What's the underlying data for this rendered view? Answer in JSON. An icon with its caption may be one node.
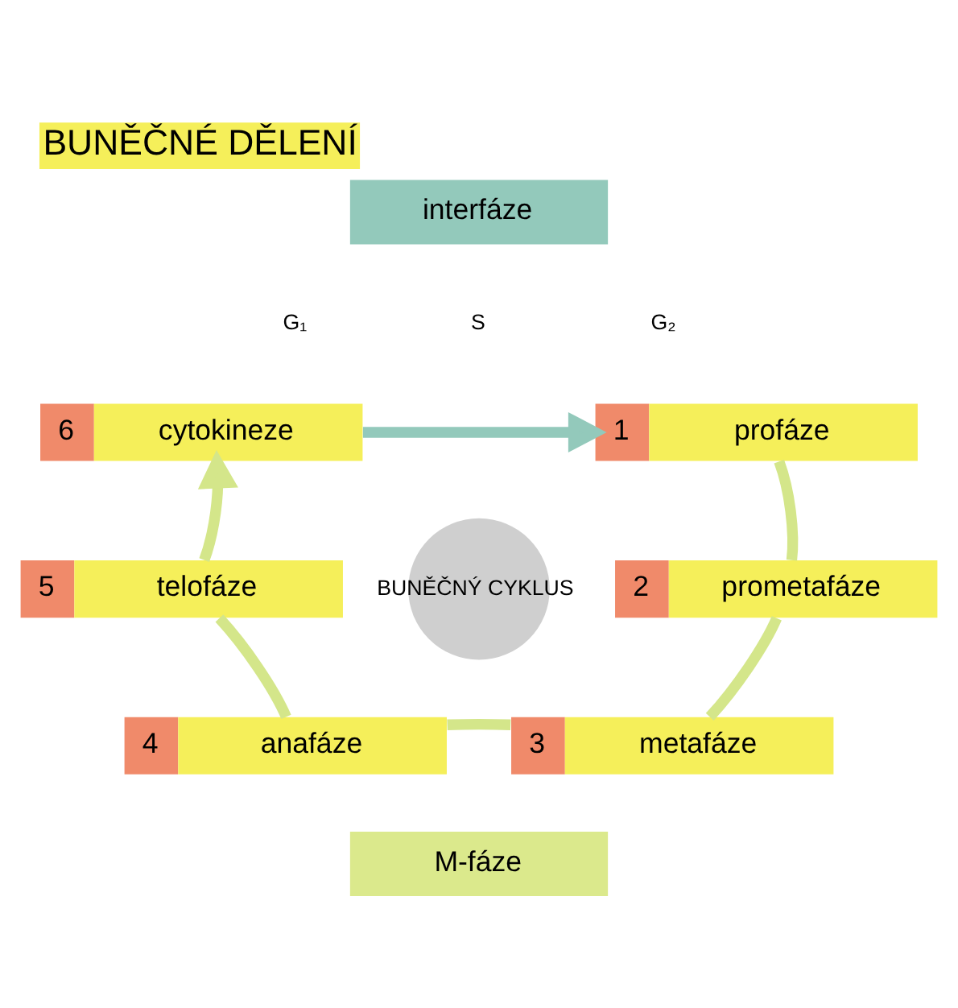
{
  "diagram": {
    "title": "BUNĚČNÉ DĚLENÍ",
    "nodes": [
      {
        "text": [
          "interfáze"
        ]
      },
      {
        "text": [
          "G₁"
        ]
      },
      {
        "text": [
          "S"
        ]
      },
      {
        "text": [
          "G₂"
        ]
      },
      {
        "text": [
          "BUNĚČNÝ CYKLUS"
        ]
      },
      {
        "text": [
          "1",
          "profáze"
        ]
      },
      {
        "text": [
          "2",
          "prometafáze"
        ]
      },
      {
        "text": [
          "3",
          "metafáze"
        ]
      },
      {
        "text": [
          "4",
          "anafáze"
        ]
      },
      {
        "text": [
          "5",
          "telofáze"
        ]
      },
      {
        "text": [
          "6",
          "cytokineze"
        ]
      },
      {
        "text": [
          "M-fáze"
        ]
      }
    ],
    "edges": [
      {
        "from": 10,
        "to": 5,
        "arrow": "to",
        "color": "#93c9bb"
      },
      {
        "from": 5,
        "to": 6,
        "arrow": "none"
      },
      {
        "from": 6,
        "to": 7,
        "arrow": "none"
      },
      {
        "from": 7,
        "to": 8,
        "arrow": "none"
      },
      {
        "from": 8,
        "to": 9,
        "arrow": "none"
      },
      {
        "from": 9,
        "to": 10,
        "arrow": "to"
      }
    ]
  }
}
